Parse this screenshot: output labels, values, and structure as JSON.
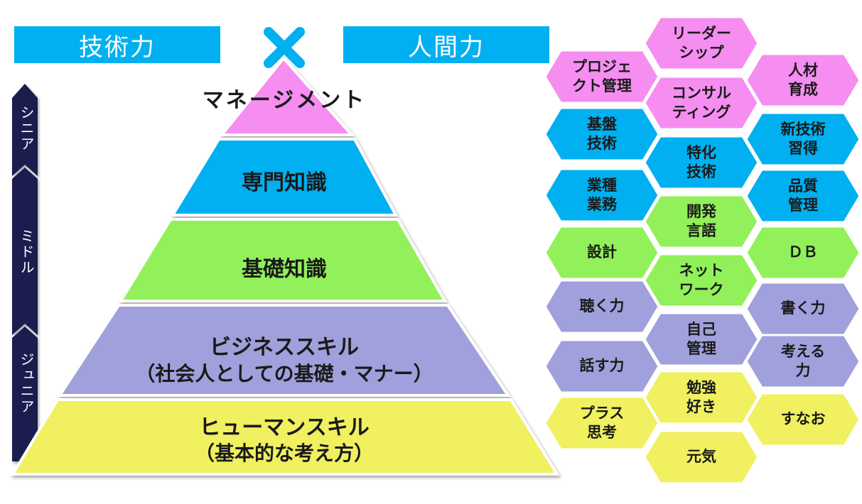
{
  "header": {
    "technical": "技術力",
    "human": "人間力"
  },
  "colors": {
    "header": "#00b0f0",
    "management": "#f58ef0",
    "specialist": "#00b0f0",
    "basic": "#92f05a",
    "business": "#a0a0dc",
    "human_skill": "#f0f060",
    "cross": "#00b0f0",
    "axis": "#1f1f50"
  },
  "pyramid": {
    "management": "マネージメント",
    "specialist": "専門知識",
    "basic": "基礎知識",
    "business": {
      "line1": "ビジネススキル",
      "line2": "（社会人としての基礎・マナー）"
    },
    "human_skill": {
      "line1": "ヒューマンスキル",
      "line2": "（基本的な考え方）"
    }
  },
  "levels": {
    "senior": "シニア",
    "middle": "ミドル",
    "junior": "ジュニア"
  },
  "skills": {
    "leadership": "リーダー\nシップ",
    "project_mgmt": "プロジェ\nクト管理",
    "hr_dev": "人材\n育成",
    "consulting": "コンサル\nティング",
    "infra": "基盤\n技術",
    "new_tech": "新技術\n習得",
    "special_tech": "特化\n技術",
    "industry": "業種\n業務",
    "quality": "品質\n管理",
    "dev_lang": "開発\n言語",
    "design": "設計",
    "db": "ＤＢ",
    "network": "ネット\nワーク",
    "listen": "聴く力",
    "write": "書く力",
    "self_mgmt": "自己\n管理",
    "speak": "話す力",
    "think": "考える\n力",
    "study": "勉強\n好き",
    "positive": "プラス\n思考",
    "honest": "すなお",
    "energy": "元気"
  }
}
